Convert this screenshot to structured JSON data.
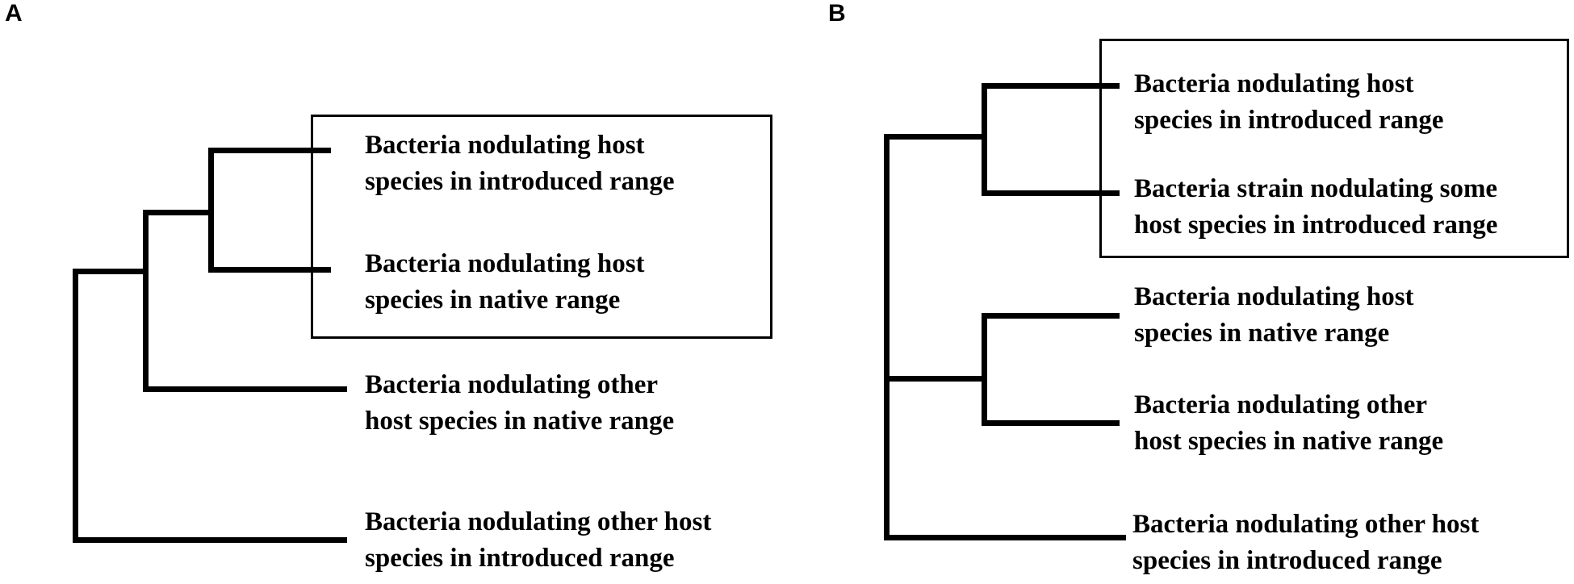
{
  "panels": {
    "a": {
      "letter": "A",
      "leaves": [
        {
          "line1": "Bacteria nodulating host",
          "line2": "species in introduced range"
        },
        {
          "line1": "Bacteria nodulating host",
          "line2": "species in native range"
        },
        {
          "line1": "Bacteria nodulating other",
          "line2": "host species in native range"
        },
        {
          "line1": "Bacteria nodulating other host",
          "line2": "species in introduced range"
        }
      ]
    },
    "b": {
      "letter": "B",
      "leaves": [
        {
          "line1": "Bacteria nodulating host",
          "line2": "species in introduced range"
        },
        {
          "line1": "Bacteria strain nodulating some",
          "line2": "host species in introduced range"
        },
        {
          "line1": "Bacteria nodulating host",
          "line2": "species in native range"
        },
        {
          "line1": "Bacteria nodulating other",
          "line2": "host species in native range"
        },
        {
          "line1": "Bacteria nodulating other host",
          "line2": "species in introduced range"
        }
      ]
    }
  }
}
